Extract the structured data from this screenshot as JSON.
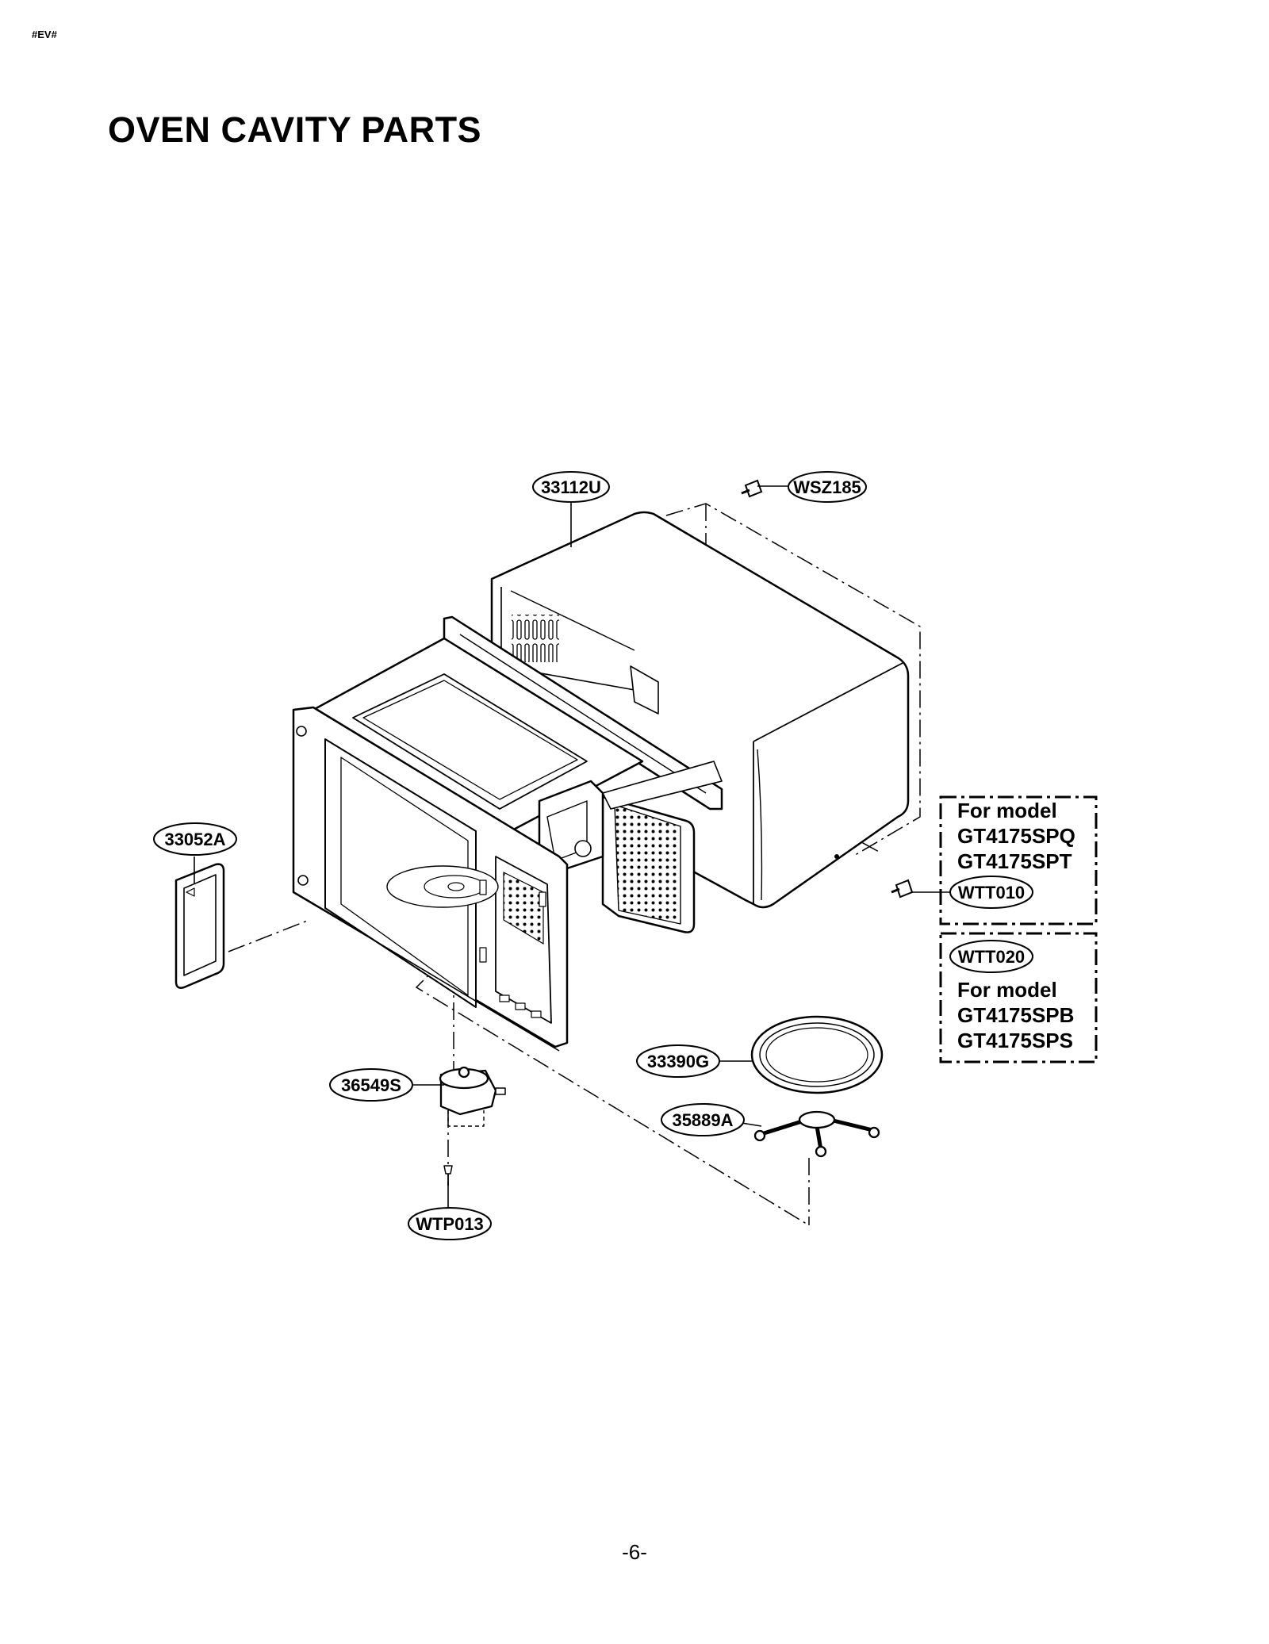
{
  "header": {
    "code": "#EV#",
    "title": "OVEN CAVITY PARTS"
  },
  "parts": {
    "outer_case": "33112U",
    "case_screw": "WSZ185",
    "waveguide_cover": "33052A",
    "turntable_motor": "36549S",
    "motor_screw": "WTP013",
    "glass_tray": "33390G",
    "roller_ring": "35889A",
    "rear_screw_a": "WTT010",
    "rear_screw_b": "WTT020"
  },
  "notes": {
    "group_a": {
      "prefix": "For model",
      "models": [
        "GT4175SPQ",
        "GT4175SPT"
      ]
    },
    "group_b": {
      "prefix": "For model",
      "models": [
        "GT4175SPB",
        "GT4175SPS"
      ]
    }
  },
  "footer": {
    "page": "-6-"
  }
}
